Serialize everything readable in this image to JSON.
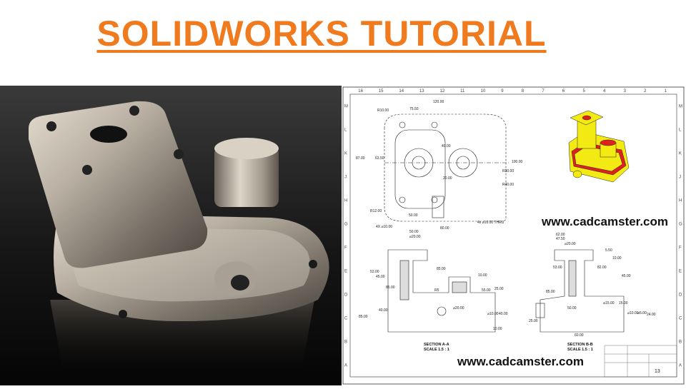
{
  "title": "SOLIDWORKS TUTORIAL",
  "watermark_top": "www.cadcamster.com",
  "watermark_bottom": "www.cadcamster.com",
  "sheet": {
    "columns": [
      "16",
      "15",
      "14",
      "13",
      "12",
      "11",
      "10",
      "9",
      "8",
      "7",
      "6",
      "5",
      "4",
      "3",
      "2",
      "1"
    ],
    "rows": [
      "M",
      "L",
      "K",
      "J",
      "H",
      "G",
      "F",
      "E",
      "D",
      "C",
      "B",
      "A"
    ],
    "sheet_number": "13"
  },
  "top_view": {
    "dims": [
      "120.00",
      "75.50",
      "R10.00",
      "40.00",
      "87.00",
      "63.50",
      "100.00",
      "R30.00",
      "20.00",
      "R40.00",
      "R12.00",
      "50.00",
      "4X ⌀10.00",
      "4x ⌀10.00 THRU"
    ]
  },
  "section_a": {
    "dims": [
      "50.00",
      "⌀20.00",
      "80.00",
      "53.00",
      "45.00",
      "85.00",
      "10.00",
      "R5",
      "85.00",
      "55.00",
      "25.00",
      "40.00",
      "85.00",
      "⌀20.00",
      "⌀10.00",
      "40.00",
      "10.00"
    ],
    "caption_line1": "SECTION A-A",
    "caption_line2": "SCALE 1.5 : 1"
  },
  "section_b": {
    "dims": [
      "62.00",
      "47.50",
      "⌀20.00",
      "5.50",
      "10.00",
      "53.00",
      "82.00",
      "45.00",
      "85.00",
      "50.00",
      "⌀15.00",
      "15.00",
      "⌀10.00",
      "⌀5.00",
      "24.00",
      "25.00",
      "60.00"
    ],
    "caption_line1": "SECTION B-B",
    "caption_line2": "SCALE 1.5 : 1"
  },
  "colors": {
    "title": "#f07a1e",
    "iso_yellow": "#f2ea12",
    "iso_red": "#e0201b",
    "render_metal": "#c8c0b4"
  }
}
